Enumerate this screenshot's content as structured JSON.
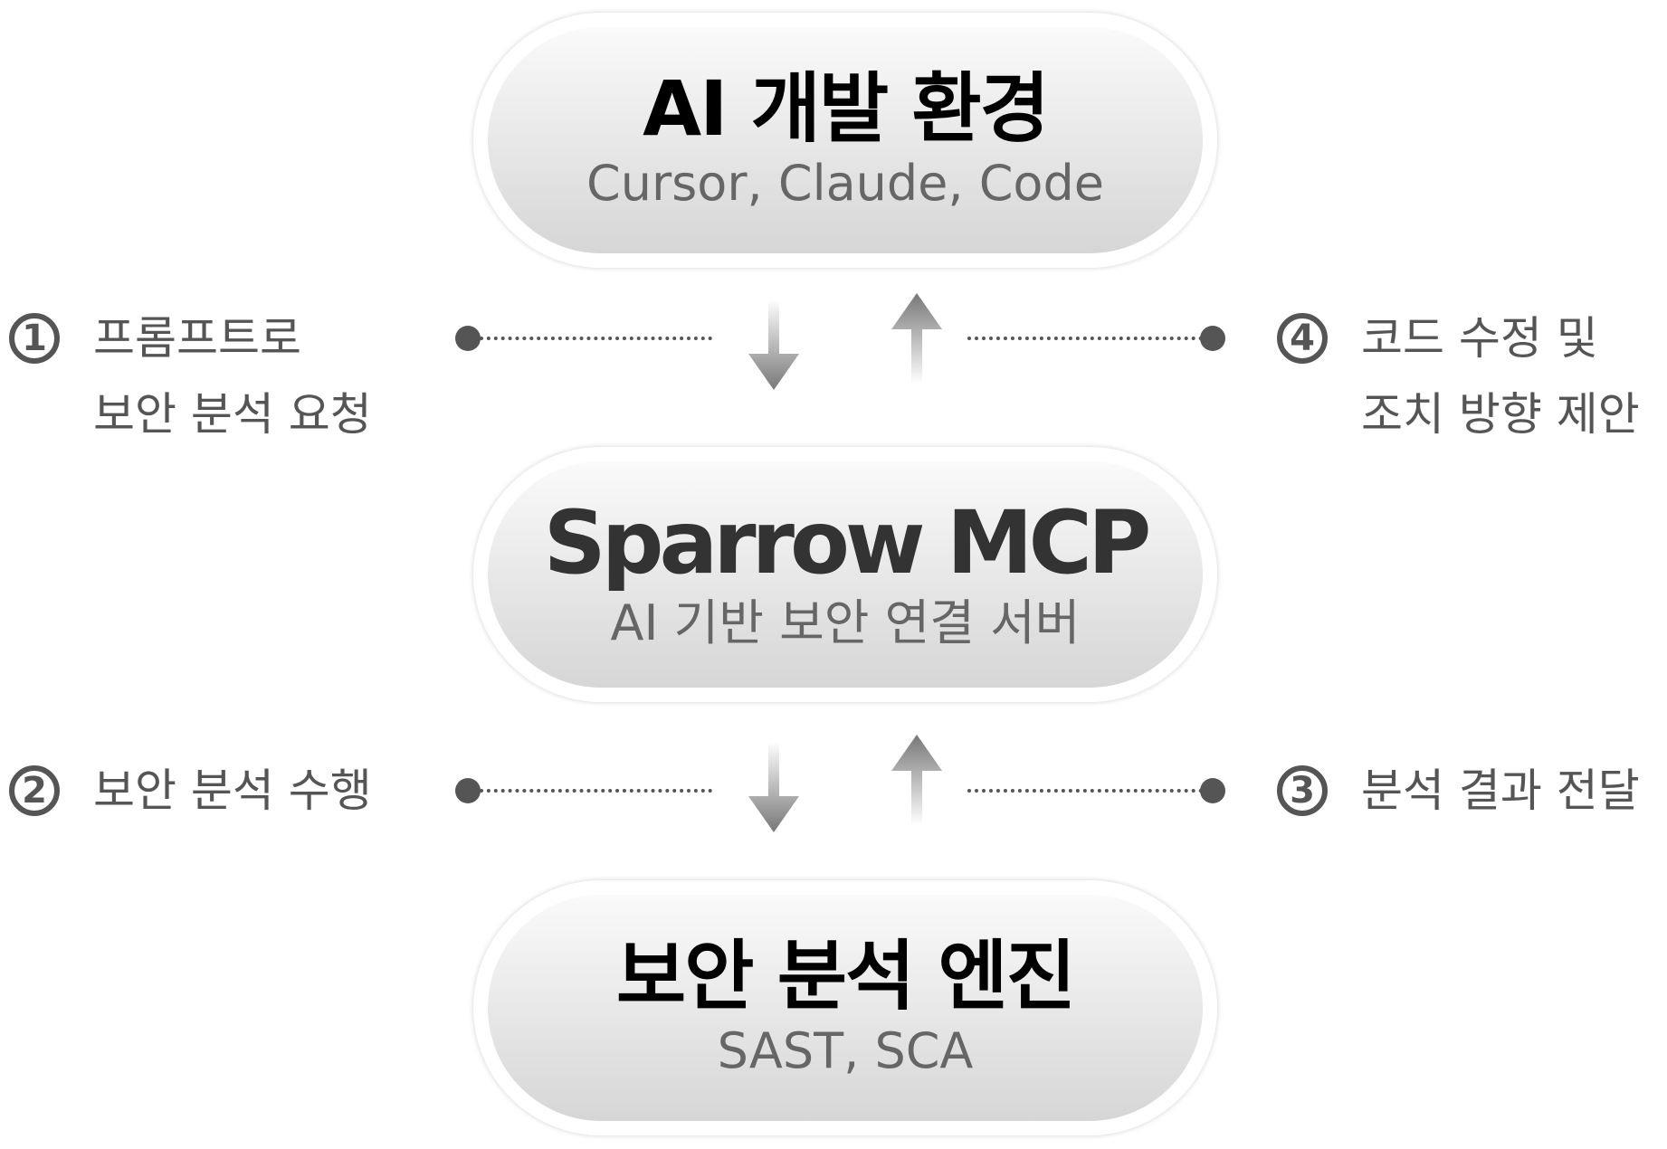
{
  "nodes": [
    {
      "title": "AI 개발 환경",
      "subtitle": "Cursor, Claude, Code"
    },
    {
      "title": "Sparrow MCP",
      "subtitle": "AI 기반 보안 연결 서버"
    },
    {
      "title": "보안 분석 엔진",
      "subtitle": "SAST, SCA"
    }
  ],
  "steps": [
    {
      "number": "1",
      "lines": [
        "프롬프트로",
        "보안 분석 요청"
      ]
    },
    {
      "number": "2",
      "lines": [
        "보안 분석 수행"
      ]
    },
    {
      "number": "3",
      "lines": [
        "분석 결과 전달"
      ]
    },
    {
      "number": "4",
      "lines": [
        "코드 수정 및",
        "조치 방향 제안"
      ]
    }
  ]
}
